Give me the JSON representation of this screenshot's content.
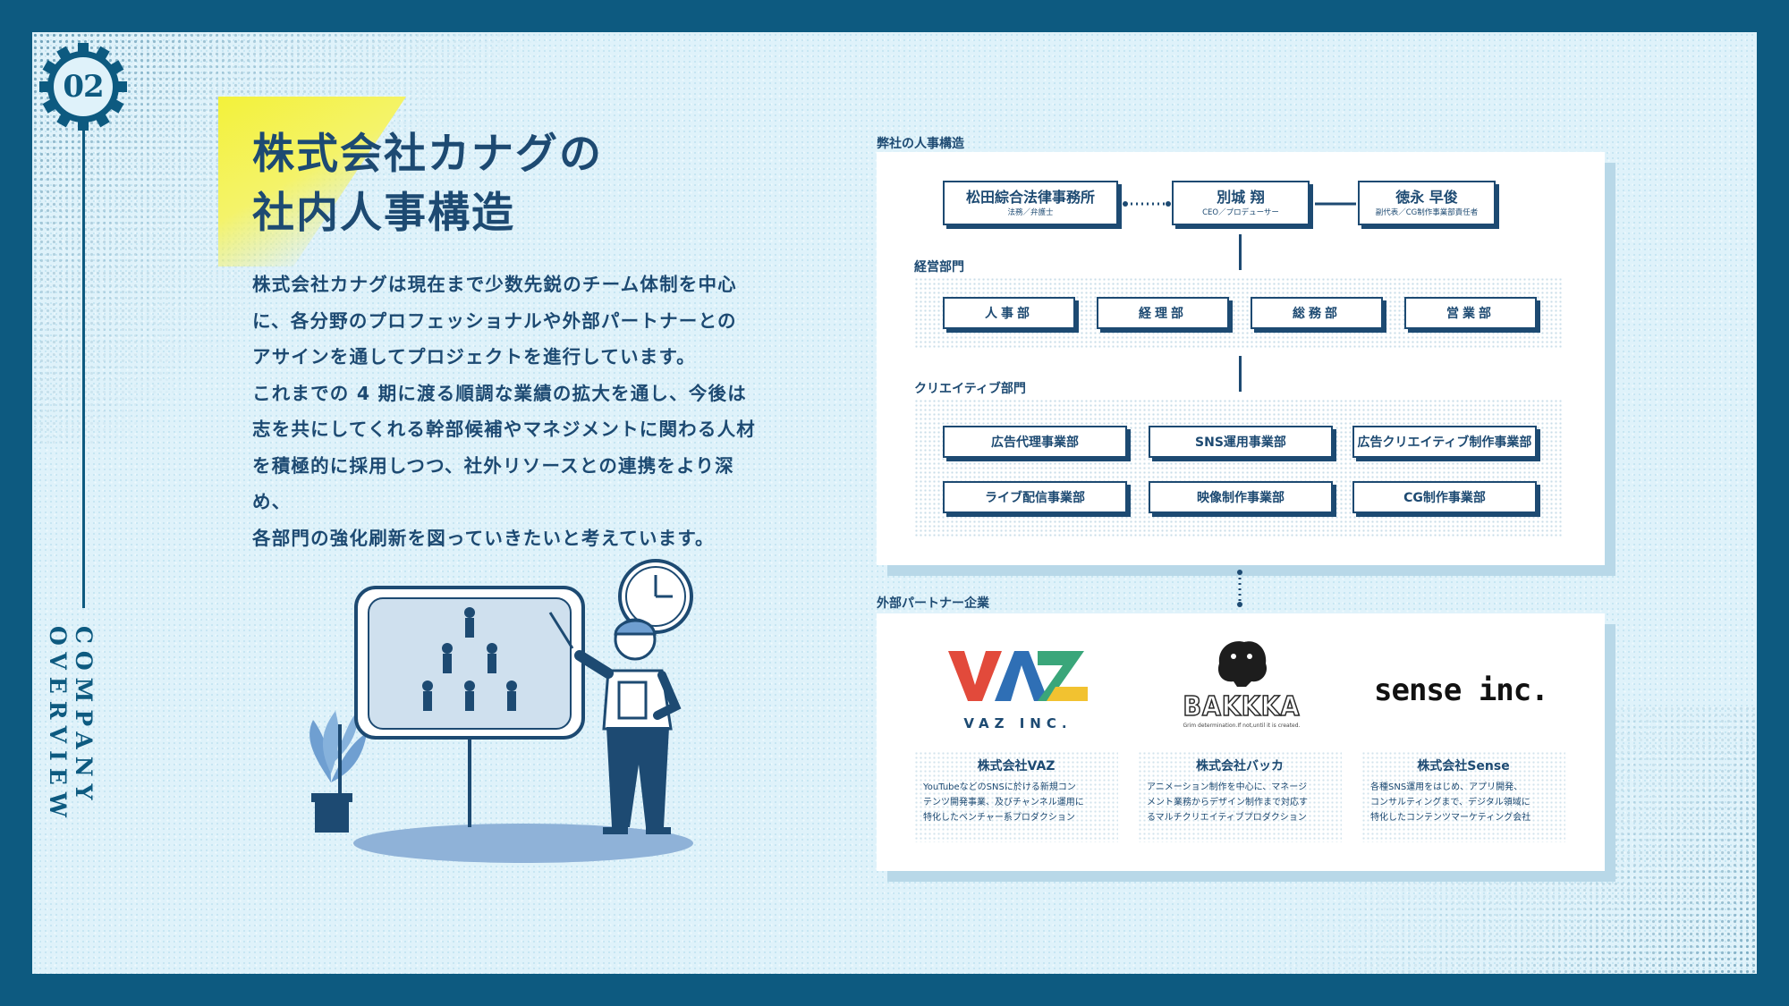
{
  "page": {
    "number": "02",
    "side_label": "COMPANY OVERVIEW",
    "title_line1": "株式会社カナグの",
    "title_line2": "社内人事構造",
    "body": [
      "株式会社カナグは現在まで少数先鋭のチーム体制を中心",
      "に、各分野のプロフェッショナルや外部パートナーとの",
      "アサインを通してプロジェクトを進行しています。",
      "これまでの 4 期に渡る順調な業績の拡大を通し、今後は",
      "志を共にしてくれる幹部候補やマネジメントに関わる人材",
      "を積極的に採用しつつ、社外リソースとの連携をより深め、",
      "各部門の強化刷新を図っていきたいと考えています。"
    ]
  },
  "org": {
    "section_label": "弊社の人事構造",
    "leaders": [
      {
        "name": "松田綜合法律事務所",
        "role": "法務／弁護士"
      },
      {
        "name": "別城 翔",
        "role": "CEO／プロデューサー"
      },
      {
        "name": "徳永 早俊",
        "role": "副代表／CG制作事業部責任者"
      }
    ],
    "management_label": "経営部門",
    "management": [
      "人事部",
      "経理部",
      "総務部",
      "営業部"
    ],
    "creative_label": "クリエイティブ部門",
    "creative": [
      "広告代理事業部",
      "SNS運用事業部",
      "広告クリエイティブ制作事業部",
      "ライブ配信事業部",
      "映像制作事業部",
      "CG制作事業部"
    ]
  },
  "partners": {
    "section_label": "外部パートナー企業",
    "items": [
      {
        "logo_text": "VAZ",
        "logo_sub": "VAZ INC.",
        "name": "株式会社VAZ",
        "desc": [
          "YouTubeなどのSNSに於ける新規コン",
          "テンツ開発事業、及びチャンネル運用に",
          "特化したベンチャー系プロダクション"
        ]
      },
      {
        "logo_text": "BAKKKA",
        "logo_sub": "Grim determination.If not,until it is created.",
        "name": "株式会社バッカ",
        "desc": [
          "アニメーション制作を中心に、マネージ",
          "メント業務からデザイン制作まで対応す",
          "るマルチクリエイティブプロダクション"
        ]
      },
      {
        "logo_text": "sense inc.",
        "name": "株式会社Sense",
        "desc": [
          "各種SNS運用をはじめ、アプリ開発、",
          "コンサルティングまで、デジタル領域に",
          "特化したコンテンツマーケティング会社"
        ]
      }
    ]
  },
  "colors": {
    "navy": "#1d4a72",
    "frame": "#0d5a80",
    "highlight": "#f3f23a",
    "vaz_red": "#e24a3b",
    "vaz_blue": "#2f6fb5",
    "vaz_green": "#3aa67a",
    "vaz_yellow": "#f2c230"
  }
}
